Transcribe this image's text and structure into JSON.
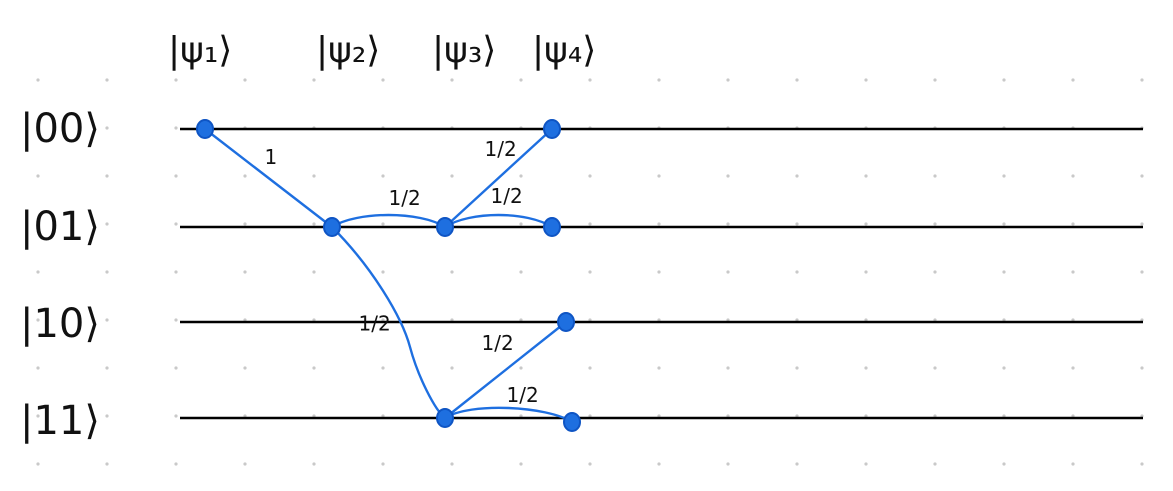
{
  "rows": [
    {
      "key": "r00",
      "label": "|00⟩"
    },
    {
      "key": "r01",
      "label": "|01⟩"
    },
    {
      "key": "r10",
      "label": "|10⟩"
    },
    {
      "key": "r11",
      "label": "|11⟩"
    }
  ],
  "columns": [
    {
      "key": "c1",
      "label": "|ψ₁⟩"
    },
    {
      "key": "c2",
      "label": "|ψ₂⟩"
    },
    {
      "key": "c3",
      "label": "|ψ₃⟩"
    },
    {
      "key": "c4",
      "label": "|ψ₄⟩"
    }
  ],
  "nodes": [
    {
      "id": "n1",
      "row": "r00",
      "col": "c1"
    },
    {
      "id": "n2",
      "row": "r01",
      "col": "c2"
    },
    {
      "id": "n3",
      "row": "r01",
      "col": "c3"
    },
    {
      "id": "n4",
      "row": "r00",
      "col": "c4"
    },
    {
      "id": "n5",
      "row": "r01",
      "col": "c4"
    },
    {
      "id": "n6",
      "row": "r11",
      "col": "c3"
    },
    {
      "id": "n7",
      "row": "r10",
      "col": "c4"
    },
    {
      "id": "n8",
      "row": "r11",
      "col": "c4"
    }
  ],
  "edges": [
    {
      "from": "n1",
      "to": "n2",
      "label": "1"
    },
    {
      "from": "n2",
      "to": "n3",
      "label": "1/2"
    },
    {
      "from": "n2",
      "to": "n6",
      "label": "1/2"
    },
    {
      "from": "n3",
      "to": "n4",
      "label": "1/2"
    },
    {
      "from": "n3",
      "to": "n5",
      "label": "1/2"
    },
    {
      "from": "n6",
      "to": "n7",
      "label": "1/2"
    },
    {
      "from": "n6",
      "to": "n8",
      "label": "1/2"
    }
  ],
  "colors": {
    "ink": "#111111",
    "edge": "#1e6fe0",
    "rail": "#000000",
    "dots": "#c9c9c9"
  }
}
